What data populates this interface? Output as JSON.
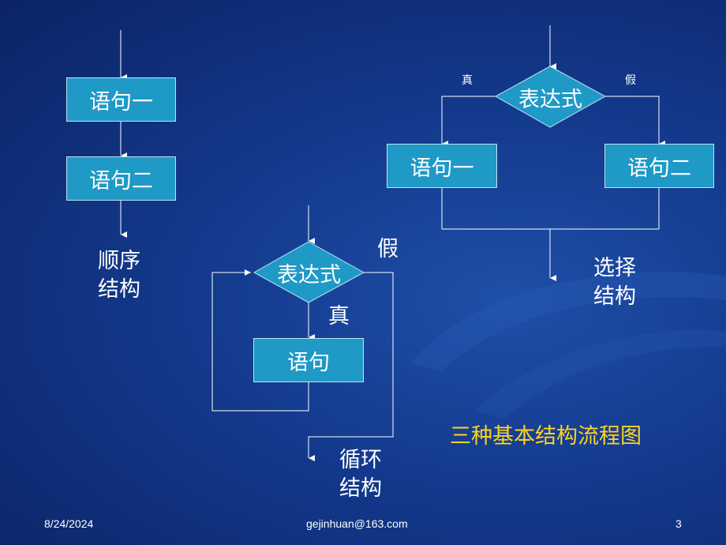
{
  "sequence": {
    "stmt1": "语句一",
    "stmt2": "语句二",
    "label_line1": "顺序",
    "label_line2": "结构"
  },
  "loop": {
    "condition": "表达式",
    "false_label": "假",
    "true_label": "真",
    "stmt": "语句",
    "label_line1": "循环",
    "label_line2": "结构"
  },
  "selection": {
    "condition": "表达式",
    "true_label": "真",
    "false_label": "假",
    "stmt_true": "语句一",
    "stmt_false": "语句二",
    "label_line1": "选择",
    "label_line2": "结构"
  },
  "caption": "三种基本结构流程图",
  "footer": {
    "date": "8/24/2024",
    "email": "gejinhuan@163.com",
    "page": "3"
  },
  "colors": {
    "box_fill": "#1f99c6",
    "caption": "#ffd21e",
    "background": "#13398c"
  }
}
